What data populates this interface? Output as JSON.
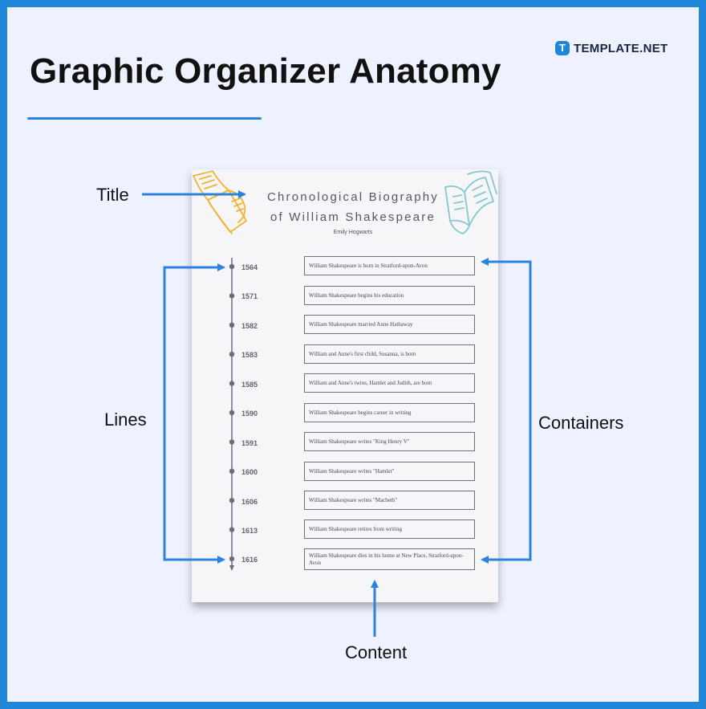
{
  "header": {
    "title": "Graphic Organizer Anatomy",
    "brand_mark": "T",
    "brand_name": "TEMPLATE.NET"
  },
  "labels": {
    "title": "Title",
    "lines": "Lines",
    "containers": "Containers",
    "content": "Content"
  },
  "document": {
    "title_line1": "Chronological Biography",
    "title_line2": "of William Shakespeare",
    "author": "Emily Hogwarts",
    "timeline": [
      {
        "year": "1564",
        "event": "William Shakespeare is born in Stratford-upon-Avon"
      },
      {
        "year": "1571",
        "event": "William Shakespeare begins his education"
      },
      {
        "year": "1582",
        "event": "William Shakespeare married Anne Hathaway"
      },
      {
        "year": "1583",
        "event": "William and Anne's first child, Susanna, is born"
      },
      {
        "year": "1585",
        "event": "William and Anne's twins, Hamlet and Judith, are born"
      },
      {
        "year": "1590",
        "event": "William Shakespeare begins career in writing"
      },
      {
        "year": "1591",
        "event": "William Shakespeare writes \"King Henry V\""
      },
      {
        "year": "1600",
        "event": "William Shakespeare writes \"Hamlet\""
      },
      {
        "year": "1606",
        "event": "William Shakespeare writes \"Macbeth\""
      },
      {
        "year": "1613",
        "event": "William Shakespeare retires from writing"
      },
      {
        "year": "1616",
        "event": "William Shakespeare dies in his home at New Place, Stratford-upon-Avon"
      }
    ]
  },
  "colors": {
    "frame": "#1f86d9",
    "background": "#edf2fe",
    "arrow": "#2b83e0",
    "book_left": "#f2b233",
    "book_right": "#84c8cf"
  }
}
